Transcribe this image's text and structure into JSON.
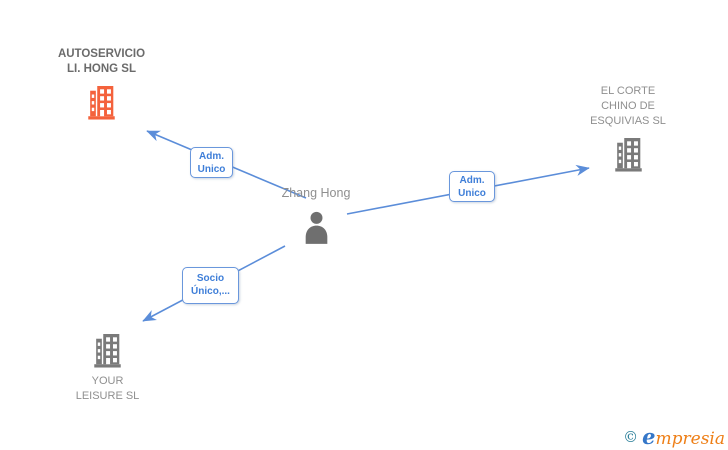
{
  "diagram": {
    "person": {
      "name": "Zhang Hong"
    },
    "companies": [
      {
        "id": "main",
        "line1": "AUTOSERVICIO",
        "line2": "LI. HONG SL"
      },
      {
        "id": "right",
        "line1": "EL CORTE",
        "line2": "CHINO DE",
        "line3": "ESQUIVIAS SL"
      },
      {
        "id": "bottom",
        "line1": "YOUR",
        "line2": "LEISURE SL"
      }
    ],
    "relationships": [
      {
        "target": "main",
        "line1": "Adm.",
        "line2": "Unico"
      },
      {
        "target": "right",
        "line1": "Adm.",
        "line2": "Unico"
      },
      {
        "target": "bottom",
        "line1": "Socio",
        "line2": "Único,..."
      }
    ]
  },
  "footer": {
    "copyright_symbol": "©",
    "brand_initial": "e",
    "brand_rest": "mpresia"
  },
  "colors": {
    "edge_blue": "#5b8dd9",
    "label_text_blue": "#3e7ed8",
    "main_company_orange": "#f4623c",
    "entity_gray": "#7a7a7a",
    "title_dark_gray": "#6b6b6b",
    "title_light_gray": "#8f8f8f",
    "brand_blue": "#3577c8",
    "brand_orange": "#ee7f17",
    "copyright_teal": "#2a7f99"
  }
}
